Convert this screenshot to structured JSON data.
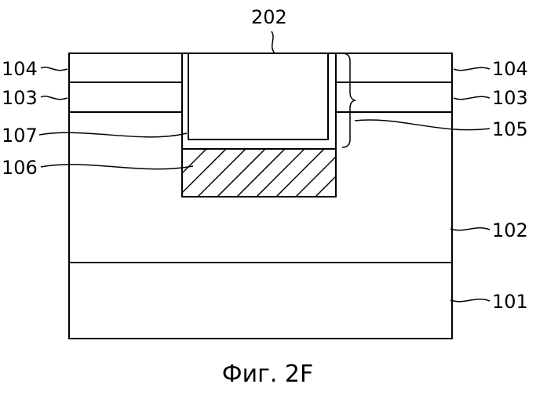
{
  "figure": {
    "caption": "Фиг. 2F",
    "labels": {
      "l202": "202",
      "l104_left": "104",
      "l104_right": "104",
      "l103_left": "103",
      "l103_right": "103",
      "l107": "107",
      "l105": "105",
      "l106": "106",
      "l102": "102",
      "l101": "101"
    }
  }
}
